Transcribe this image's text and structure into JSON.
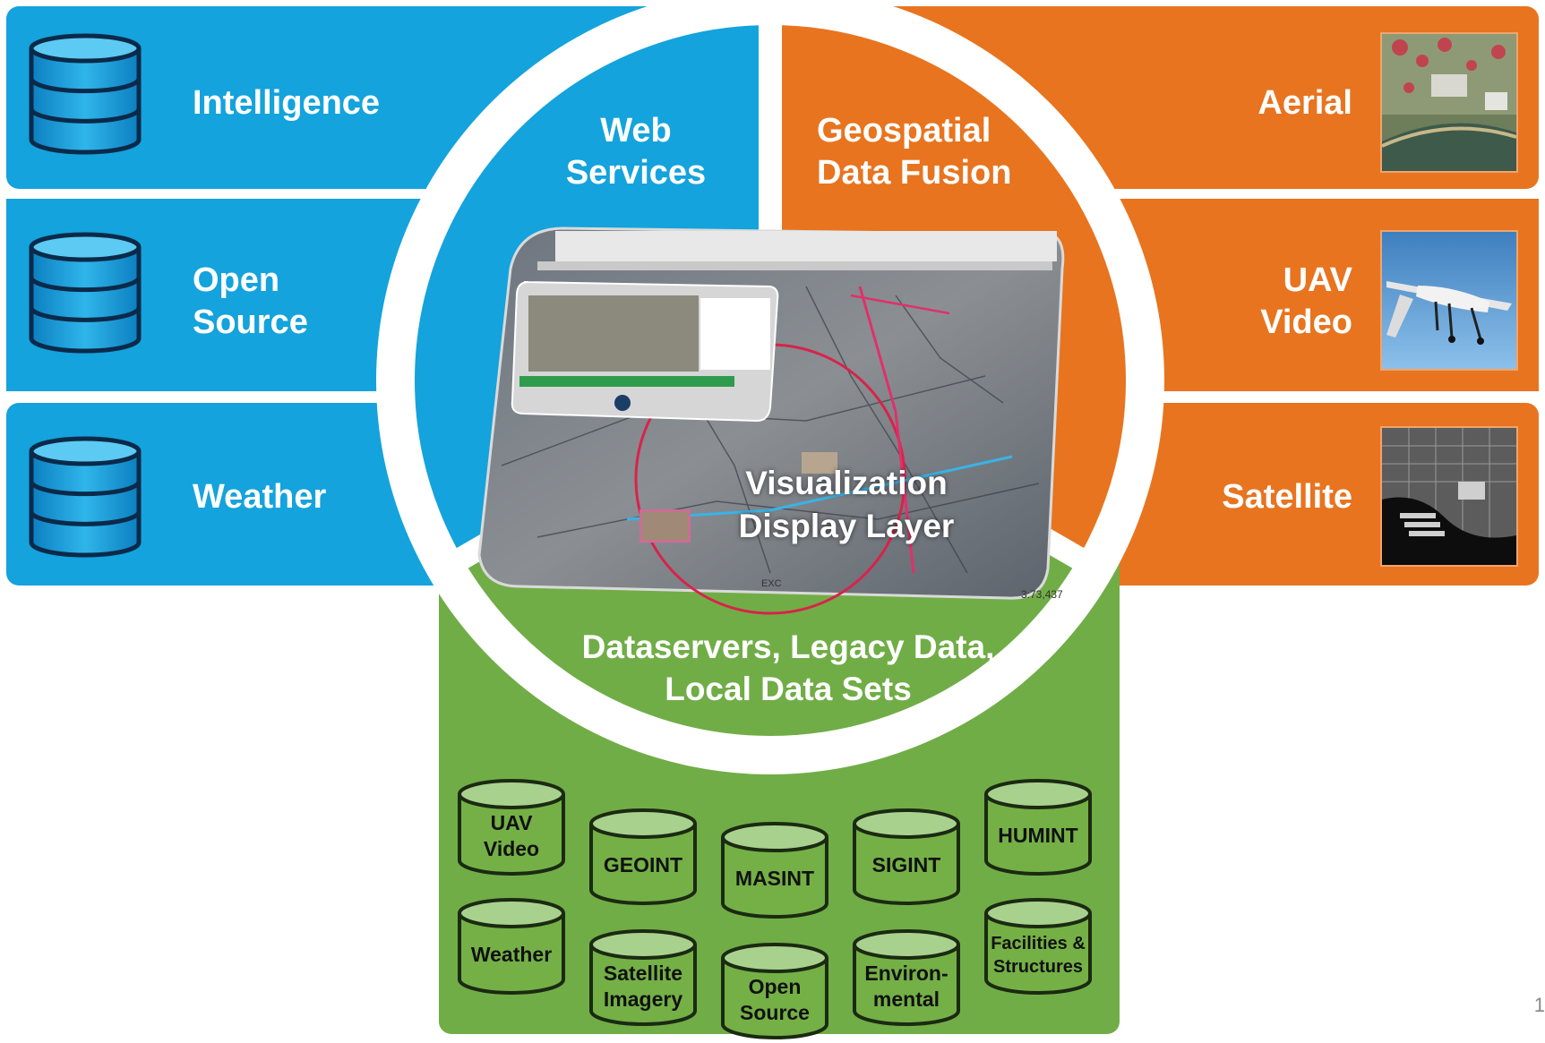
{
  "left_panels": [
    {
      "label_lines": [
        "Intelligence"
      ],
      "icon": "database-icon"
    },
    {
      "label_lines": [
        "Open",
        "Source"
      ],
      "icon": "database-icon"
    },
    {
      "label_lines": [
        "Weather"
      ],
      "icon": "database-icon"
    }
  ],
  "right_panels": [
    {
      "label_lines": [
        "Aerial"
      ],
      "image": "aerial-photo"
    },
    {
      "label_lines": [
        "UAV",
        "Video"
      ],
      "image": "uav-drone-photo"
    },
    {
      "label_lines": [
        "Satellite"
      ],
      "image": "satellite-photo"
    }
  ],
  "center": {
    "web_services": [
      "Web",
      "Services"
    ],
    "geospatial": [
      "Geospatial",
      "Data Fusion"
    ],
    "visualization": [
      "Visualization",
      "Display Layer"
    ],
    "dataservers": [
      "Dataservers, Legacy Data,",
      "Local Data Sets"
    ]
  },
  "cylinders": [
    {
      "lines": [
        "UAV",
        "Video"
      ]
    },
    {
      "lines": [
        "GEOINT"
      ]
    },
    {
      "lines": [
        "MASINT"
      ]
    },
    {
      "lines": [
        "SIGINT"
      ]
    },
    {
      "lines": [
        "HUMINT"
      ]
    },
    {
      "lines": [
        "Weather"
      ]
    },
    {
      "lines": [
        "Satellite",
        "Imagery"
      ]
    },
    {
      "lines": [
        "Open",
        "Source"
      ]
    },
    {
      "lines": [
        "Environ-",
        "mental"
      ]
    },
    {
      "lines": [
        "Facilities &",
        "Structures"
      ]
    }
  ],
  "page_number": "1",
  "colors": {
    "blue": "#14A3DC",
    "orange": "#E8741F",
    "green": "#71AD47",
    "cylinder_fill": "#74B046",
    "cylinder_top": "#A9D18E"
  }
}
